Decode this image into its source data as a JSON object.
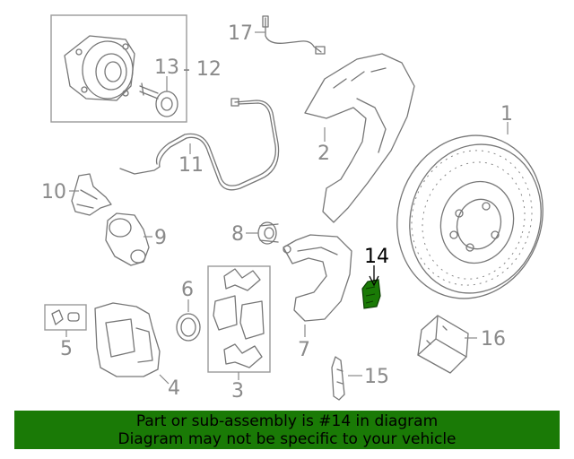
{
  "callouts": [
    {
      "id": "1",
      "label": "1"
    },
    {
      "id": "2",
      "label": "2"
    },
    {
      "id": "3",
      "label": "3"
    },
    {
      "id": "4",
      "label": "4"
    },
    {
      "id": "5",
      "label": "5"
    },
    {
      "id": "6",
      "label": "6"
    },
    {
      "id": "7",
      "label": "7"
    },
    {
      "id": "8",
      "label": "8"
    },
    {
      "id": "9",
      "label": "9"
    },
    {
      "id": "10",
      "label": "10"
    },
    {
      "id": "11",
      "label": "11"
    },
    {
      "id": "12",
      "label": "- 12"
    },
    {
      "id": "13",
      "label": "13"
    },
    {
      "id": "14",
      "label": "14"
    },
    {
      "id": "15",
      "label": "15"
    },
    {
      "id": "16",
      "label": "16"
    },
    {
      "id": "17",
      "label": "17"
    }
  ],
  "highlight": {
    "part": "14",
    "color": "#1a7a06"
  },
  "banner": {
    "line1": "Part or sub-assembly is #14 in diagram",
    "line2": "Diagram may not be specific to your vehicle",
    "background": "#1a7a06"
  }
}
